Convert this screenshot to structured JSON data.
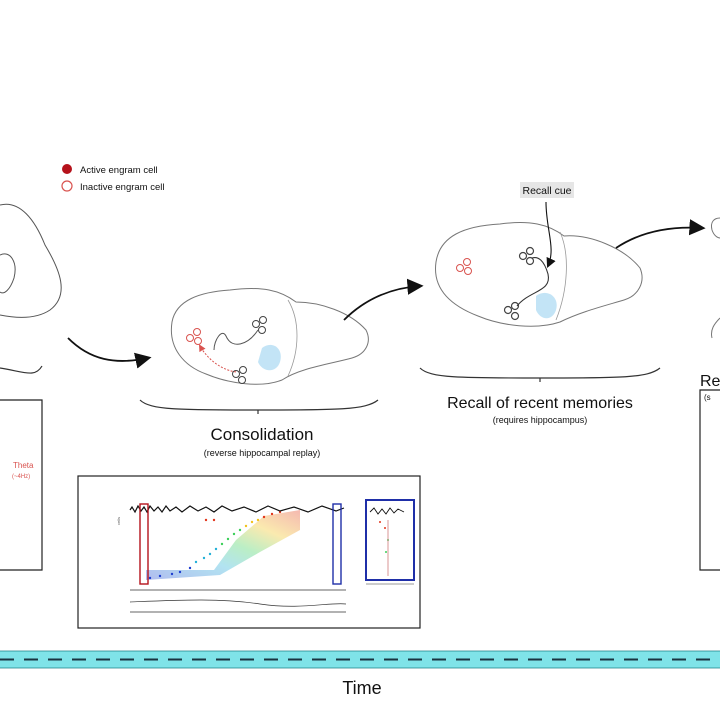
{
  "legend": {
    "active": "Active engram cell",
    "inactive": "Inactive engram cell"
  },
  "stages": {
    "left_partial_label": "Theta",
    "left_partial_sublabel": "(~4Hz)",
    "consolidation_title": "Consolidation",
    "consolidation_subtitle": "(reverse hippocampal replay)",
    "recall_title": "Recall of recent memories",
    "recall_subtitle": "(requires hippocampus)",
    "recall_cue": "Recall cue",
    "right_partial_title": "Re",
    "right_partial_sub": "(s"
  },
  "axis": {
    "time_label": "Time"
  },
  "colors": {
    "active_cell": "#b5121b",
    "inactive_cell": "#d9534f",
    "time_bar": "#7fe3e8",
    "panel_blue": "#1f2fa8",
    "panel_red": "#b5121b",
    "hippocampus": "#a9d8f2"
  }
}
